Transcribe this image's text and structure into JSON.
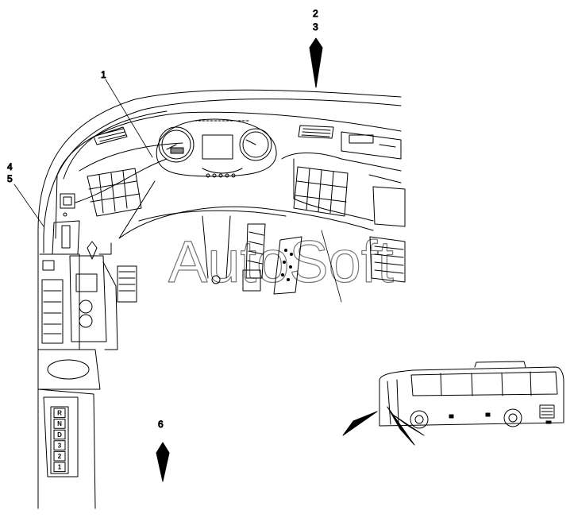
{
  "diagram": {
    "callouts": {
      "c1": "1",
      "c2": "2",
      "c3": "3",
      "c4": "4",
      "c5": "5",
      "c6": "6"
    },
    "gear_selector": [
      "R",
      "N",
      "D",
      "3",
      "2",
      "1"
    ],
    "watermark": "AutoSoft"
  }
}
